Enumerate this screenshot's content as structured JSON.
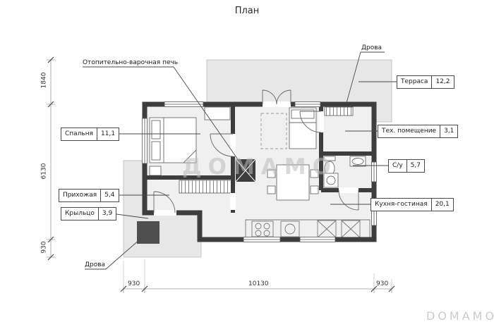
{
  "title": "План",
  "watermark": {
    "center": "ДОМАМО",
    "corner": "DOMAMO"
  },
  "annotations": {
    "stove_label": "Отопительно-варочная печь",
    "firewood_top_label": "Дрова",
    "firewood_bottom_label": "Дрова"
  },
  "rooms": {
    "terrace": {
      "name": "Терраса",
      "area": "12,2"
    },
    "bedroom": {
      "name": "Спальня",
      "area": "11,1"
    },
    "tech_room": {
      "name": "Тех. помещение",
      "area": "3,1"
    },
    "bathroom": {
      "name": "С/у",
      "area": "5,7"
    },
    "hallway": {
      "name": "Прихожая",
      "area": "5,4"
    },
    "porch": {
      "name": "Крыльцо",
      "area": "3,9"
    },
    "kitchen_living": {
      "name": "Кухня-гостиная",
      "area": "20,1"
    }
  },
  "dimensions": {
    "left_top": "1840",
    "left_middle": "6130",
    "left_bottom": "930",
    "bottom_left": "930",
    "bottom_middle": "10130",
    "bottom_right": "930"
  },
  "colors": {
    "wall": "#3d3d3d",
    "deck_fill": "#e7e7e7",
    "interior_fill": "#f0f0f0",
    "watermark": "#bcbcbc"
  }
}
